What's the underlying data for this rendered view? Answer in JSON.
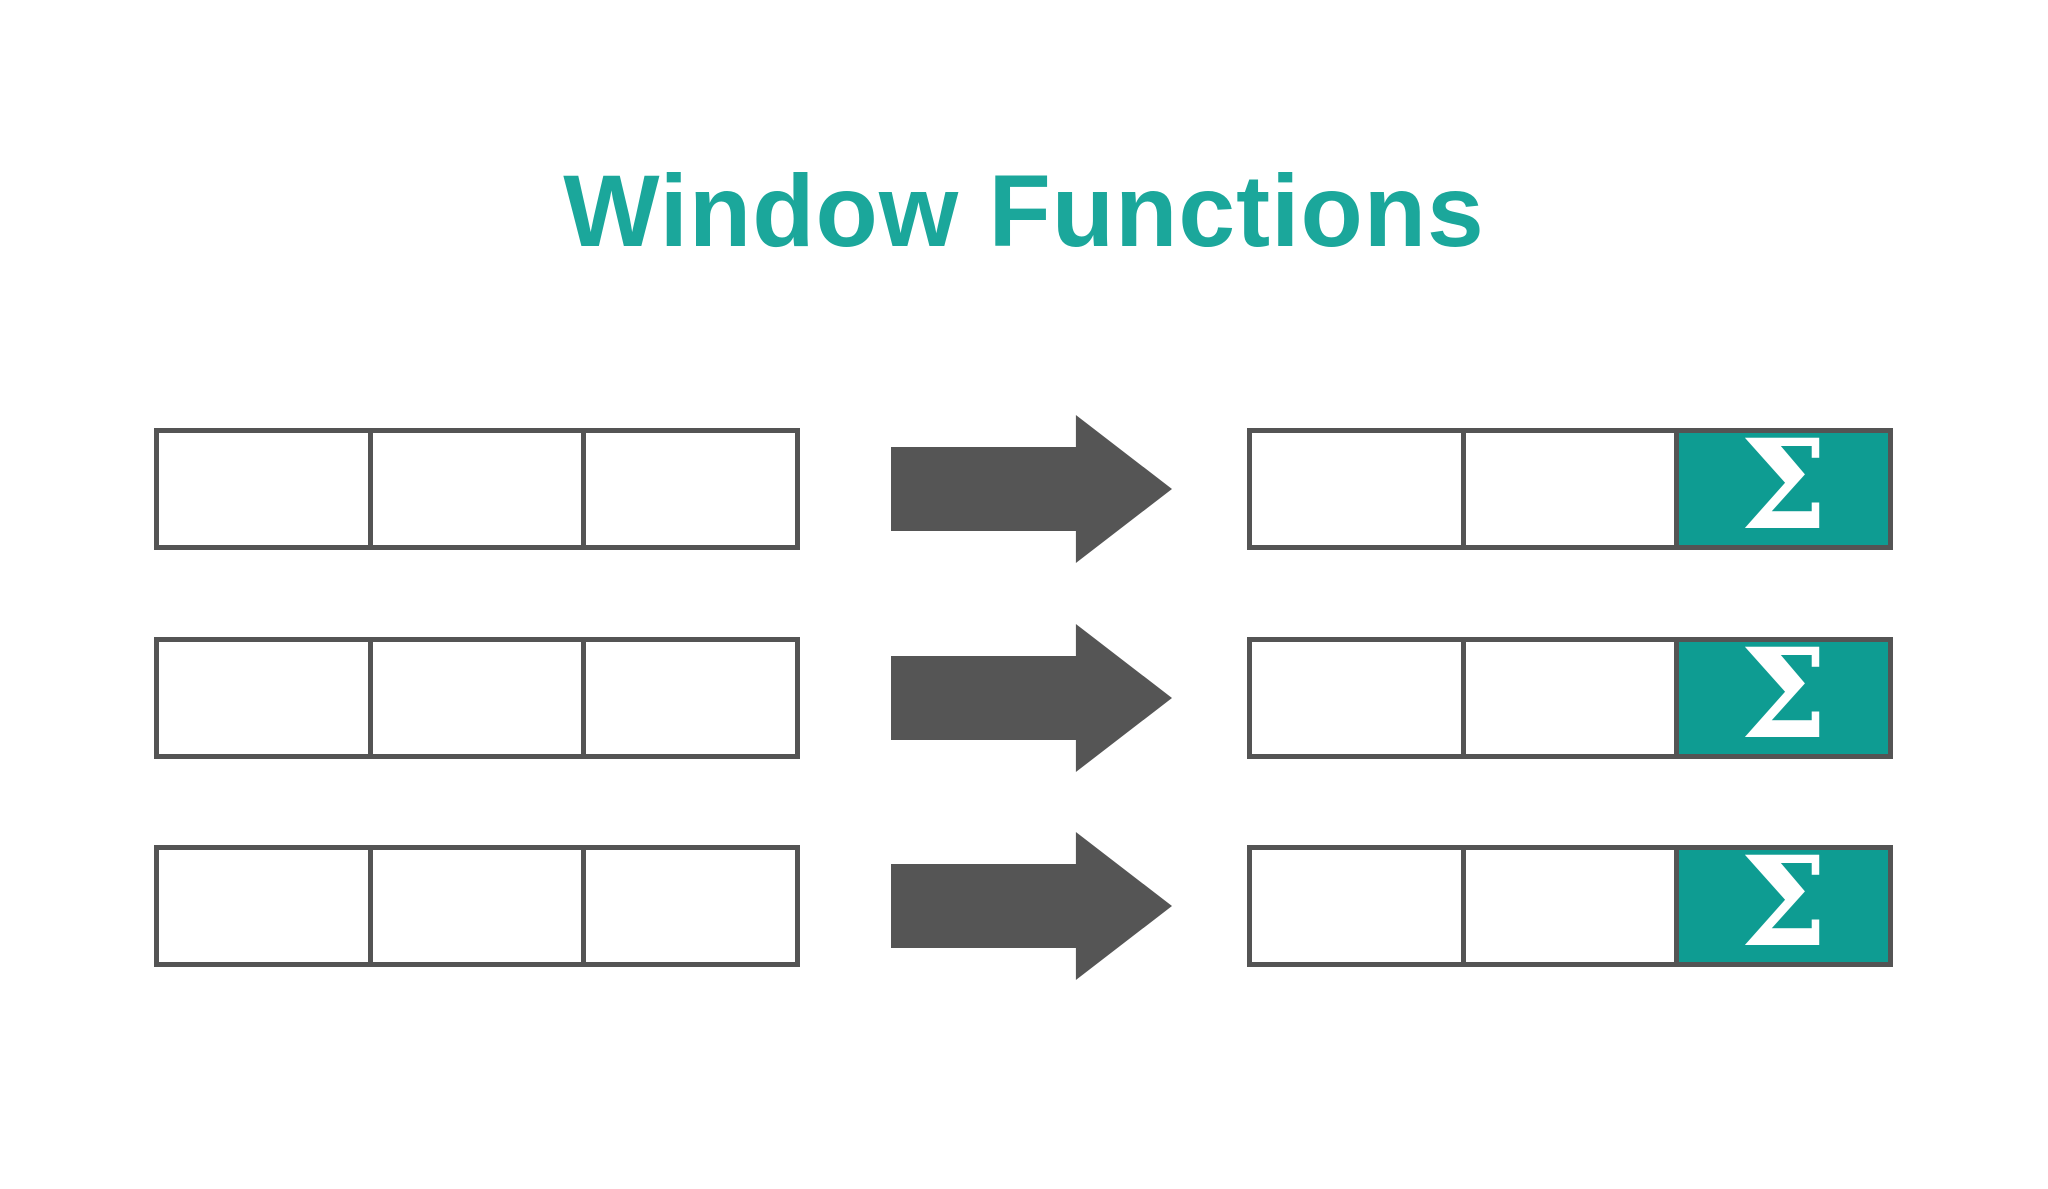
{
  "title": "Window Functions",
  "colors": {
    "title_teal": "#1BA79B",
    "sigma_cell_teal": "#0E9C92",
    "line_gray": "#545454",
    "arrow_gray": "#555555",
    "background": "#FFFFFF"
  },
  "rows": [
    {
      "left_cells": [
        "",
        "",
        ""
      ],
      "arrow_icon": "right-arrow-icon",
      "right_cells": [
        "",
        ""
      ],
      "sigma_label": "Σ"
    },
    {
      "left_cells": [
        "",
        "",
        ""
      ],
      "arrow_icon": "right-arrow-icon",
      "right_cells": [
        "",
        ""
      ],
      "sigma_label": "Σ"
    },
    {
      "left_cells": [
        "",
        "",
        ""
      ],
      "arrow_icon": "right-arrow-icon",
      "right_cells": [
        "",
        ""
      ],
      "sigma_label": "Σ"
    }
  ]
}
